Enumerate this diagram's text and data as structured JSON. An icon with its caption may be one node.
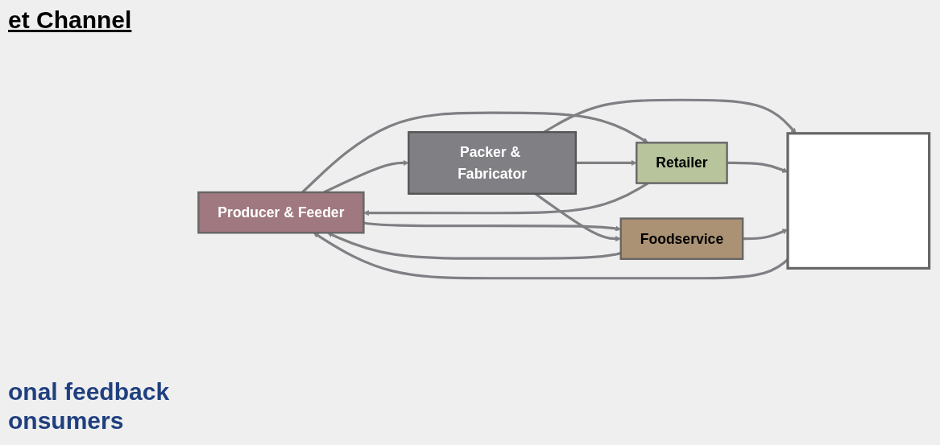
{
  "diagram": {
    "title": "et Channel",
    "nodes": [
      {
        "text": [
          "Producer & Feeder"
        ]
      },
      {
        "text": [
          "Packer & Fabricator"
        ]
      },
      {
        "text": [
          "Retailer"
        ]
      },
      {
        "text": [
          "Foodservice"
        ]
      },
      {
        "text": [],
        "shape": "box"
      }
    ],
    "edges": [
      {
        "from": 0,
        "to": 2,
        "arrow": "to"
      },
      {
        "from": 0,
        "to": 1,
        "arrow": "to"
      },
      {
        "from": 0,
        "to": 3,
        "arrow": "to"
      },
      {
        "from": 1,
        "to": 2,
        "arrow": "to"
      },
      {
        "from": 1,
        "to": 4,
        "arrow": "to"
      },
      {
        "from": 1,
        "to": 3,
        "arrow": "to"
      },
      {
        "from": 2,
        "to": 4,
        "arrow": "to"
      },
      {
        "from": 3,
        "to": 4,
        "arrow": "to"
      },
      {
        "from": 2,
        "to": 0,
        "arrow": "to"
      },
      {
        "from": 3,
        "to": 0,
        "arrow": "to"
      },
      {
        "from": 4,
        "to": 0,
        "arrow": "to"
      }
    ],
    "labels": [
      "onal feedback",
      "onsumers"
    ]
  }
}
